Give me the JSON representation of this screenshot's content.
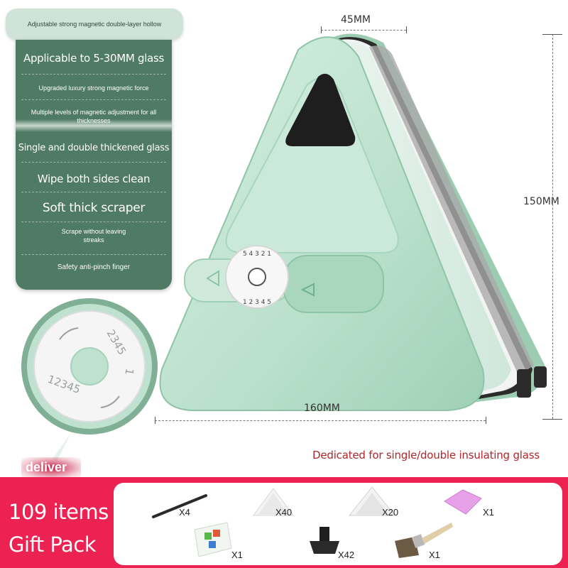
{
  "features": {
    "header": "Adjustable strong magnetic double-layer hollow",
    "items": [
      {
        "text": "Applicable to 5-30MM glass",
        "size": "big"
      },
      {
        "text": "Upgraded luxury strong magnetic force",
        "size": "small"
      },
      {
        "text": "Multiple levels of magnetic adjustment for all thicknesses",
        "size": "small"
      },
      {
        "text": "Single and double thickened glass",
        "size": "big"
      },
      {
        "text": "Wipe both sides clean",
        "size": "big"
      },
      {
        "text": "Soft thick scraper",
        "size": "big"
      },
      {
        "text": "Scrape without leaving streaks",
        "size": "small"
      },
      {
        "text": "Safety anti-pinch finger",
        "size": "small"
      }
    ]
  },
  "dimensions": {
    "depth": "45MM",
    "height": "150MM",
    "width": "160MM"
  },
  "knob": {
    "digits": "1 2 3 4 5"
  },
  "dedicated_text": "Dedicated for single/double insulating glass",
  "deliver_label": "deliver",
  "gift": {
    "line1": "109 items",
    "line2": "Gift Pack",
    "items": [
      {
        "name": "scraper-bar",
        "qty": "X4"
      },
      {
        "name": "triangle-cotton-pad",
        "qty": "X40"
      },
      {
        "name": "triangle-wipe-pad",
        "qty": "X20"
      },
      {
        "name": "pink-cloth",
        "qty": "X1"
      },
      {
        "name": "cleaning-tablets",
        "qty": "X1"
      },
      {
        "name": "rubber-foot",
        "qty": "X42"
      },
      {
        "name": "brush",
        "qty": "X1"
      }
    ]
  },
  "colors": {
    "mint": "#bfe3cf",
    "panel_green": "#4f7a63",
    "accent_red": "#ec2352",
    "text_red": "#b3262b"
  }
}
